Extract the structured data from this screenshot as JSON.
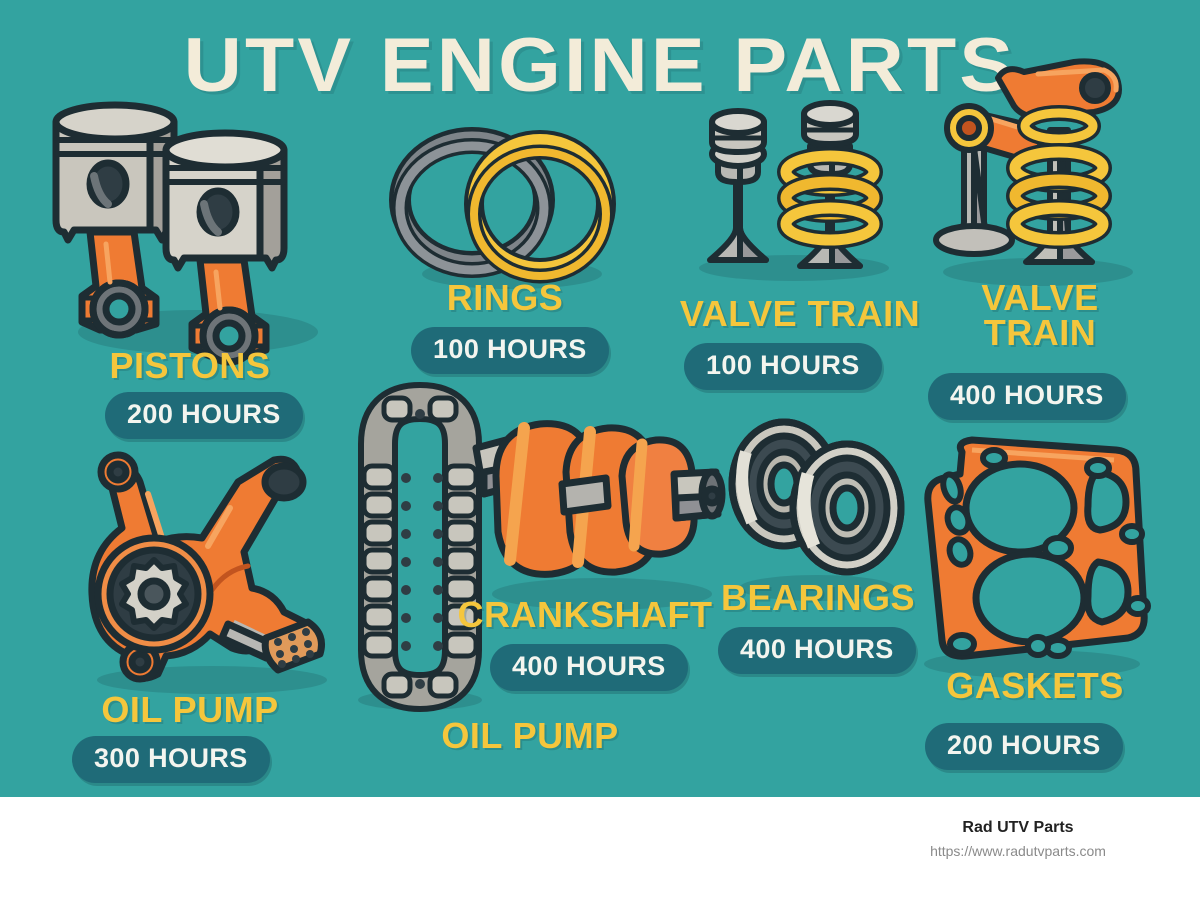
{
  "poster": {
    "title": "UTV ENGINE PARTS",
    "background_color": "#33a3a0",
    "title_color": "#f3ecd9",
    "label_color": "#f5c63c",
    "pill_color": "#1f6b78",
    "accent_orange": "#ef7b33",
    "accent_yellow": "#f5c63c",
    "metal_gray": "#b8b8b4",
    "outline_color": "#1e2d33"
  },
  "parts": [
    {
      "id": "pistons",
      "label": "PISTONS",
      "hours": "200 HOURS",
      "icon": "pistons-icon"
    },
    {
      "id": "rings",
      "label": "RINGS",
      "hours": "100 HOURS",
      "icon": "piston-rings-icon"
    },
    {
      "id": "valve-train-1",
      "label": "VALVE TRAIN",
      "hours": "100 HOURS",
      "icon": "valve-train-icon"
    },
    {
      "id": "valve-train-2",
      "label": "VALVE\nTRAIN",
      "hours": "400 HOURS",
      "icon": "rocker-valve-icon"
    },
    {
      "id": "oil-pump",
      "label": "OIL PUMP",
      "hours": "300 HOURS",
      "icon": "oil-pump-icon"
    },
    {
      "id": "timing-chain",
      "label": "OIL PUMP",
      "hours": "",
      "icon": "timing-chain-icon"
    },
    {
      "id": "crankshaft",
      "label": "CRANKSHAFT",
      "hours": "400 HOURS",
      "icon": "crankshaft-icon"
    },
    {
      "id": "bearings",
      "label": "BEARINGS",
      "hours": "400 HOURS",
      "icon": "bearings-icon"
    },
    {
      "id": "gaskets",
      "label": "GASKETS",
      "hours": "200 HOURS",
      "icon": "head-gasket-icon"
    }
  ],
  "footer": {
    "brand": "Rad UTV Parts",
    "url": "https://www.radutvparts.com"
  }
}
